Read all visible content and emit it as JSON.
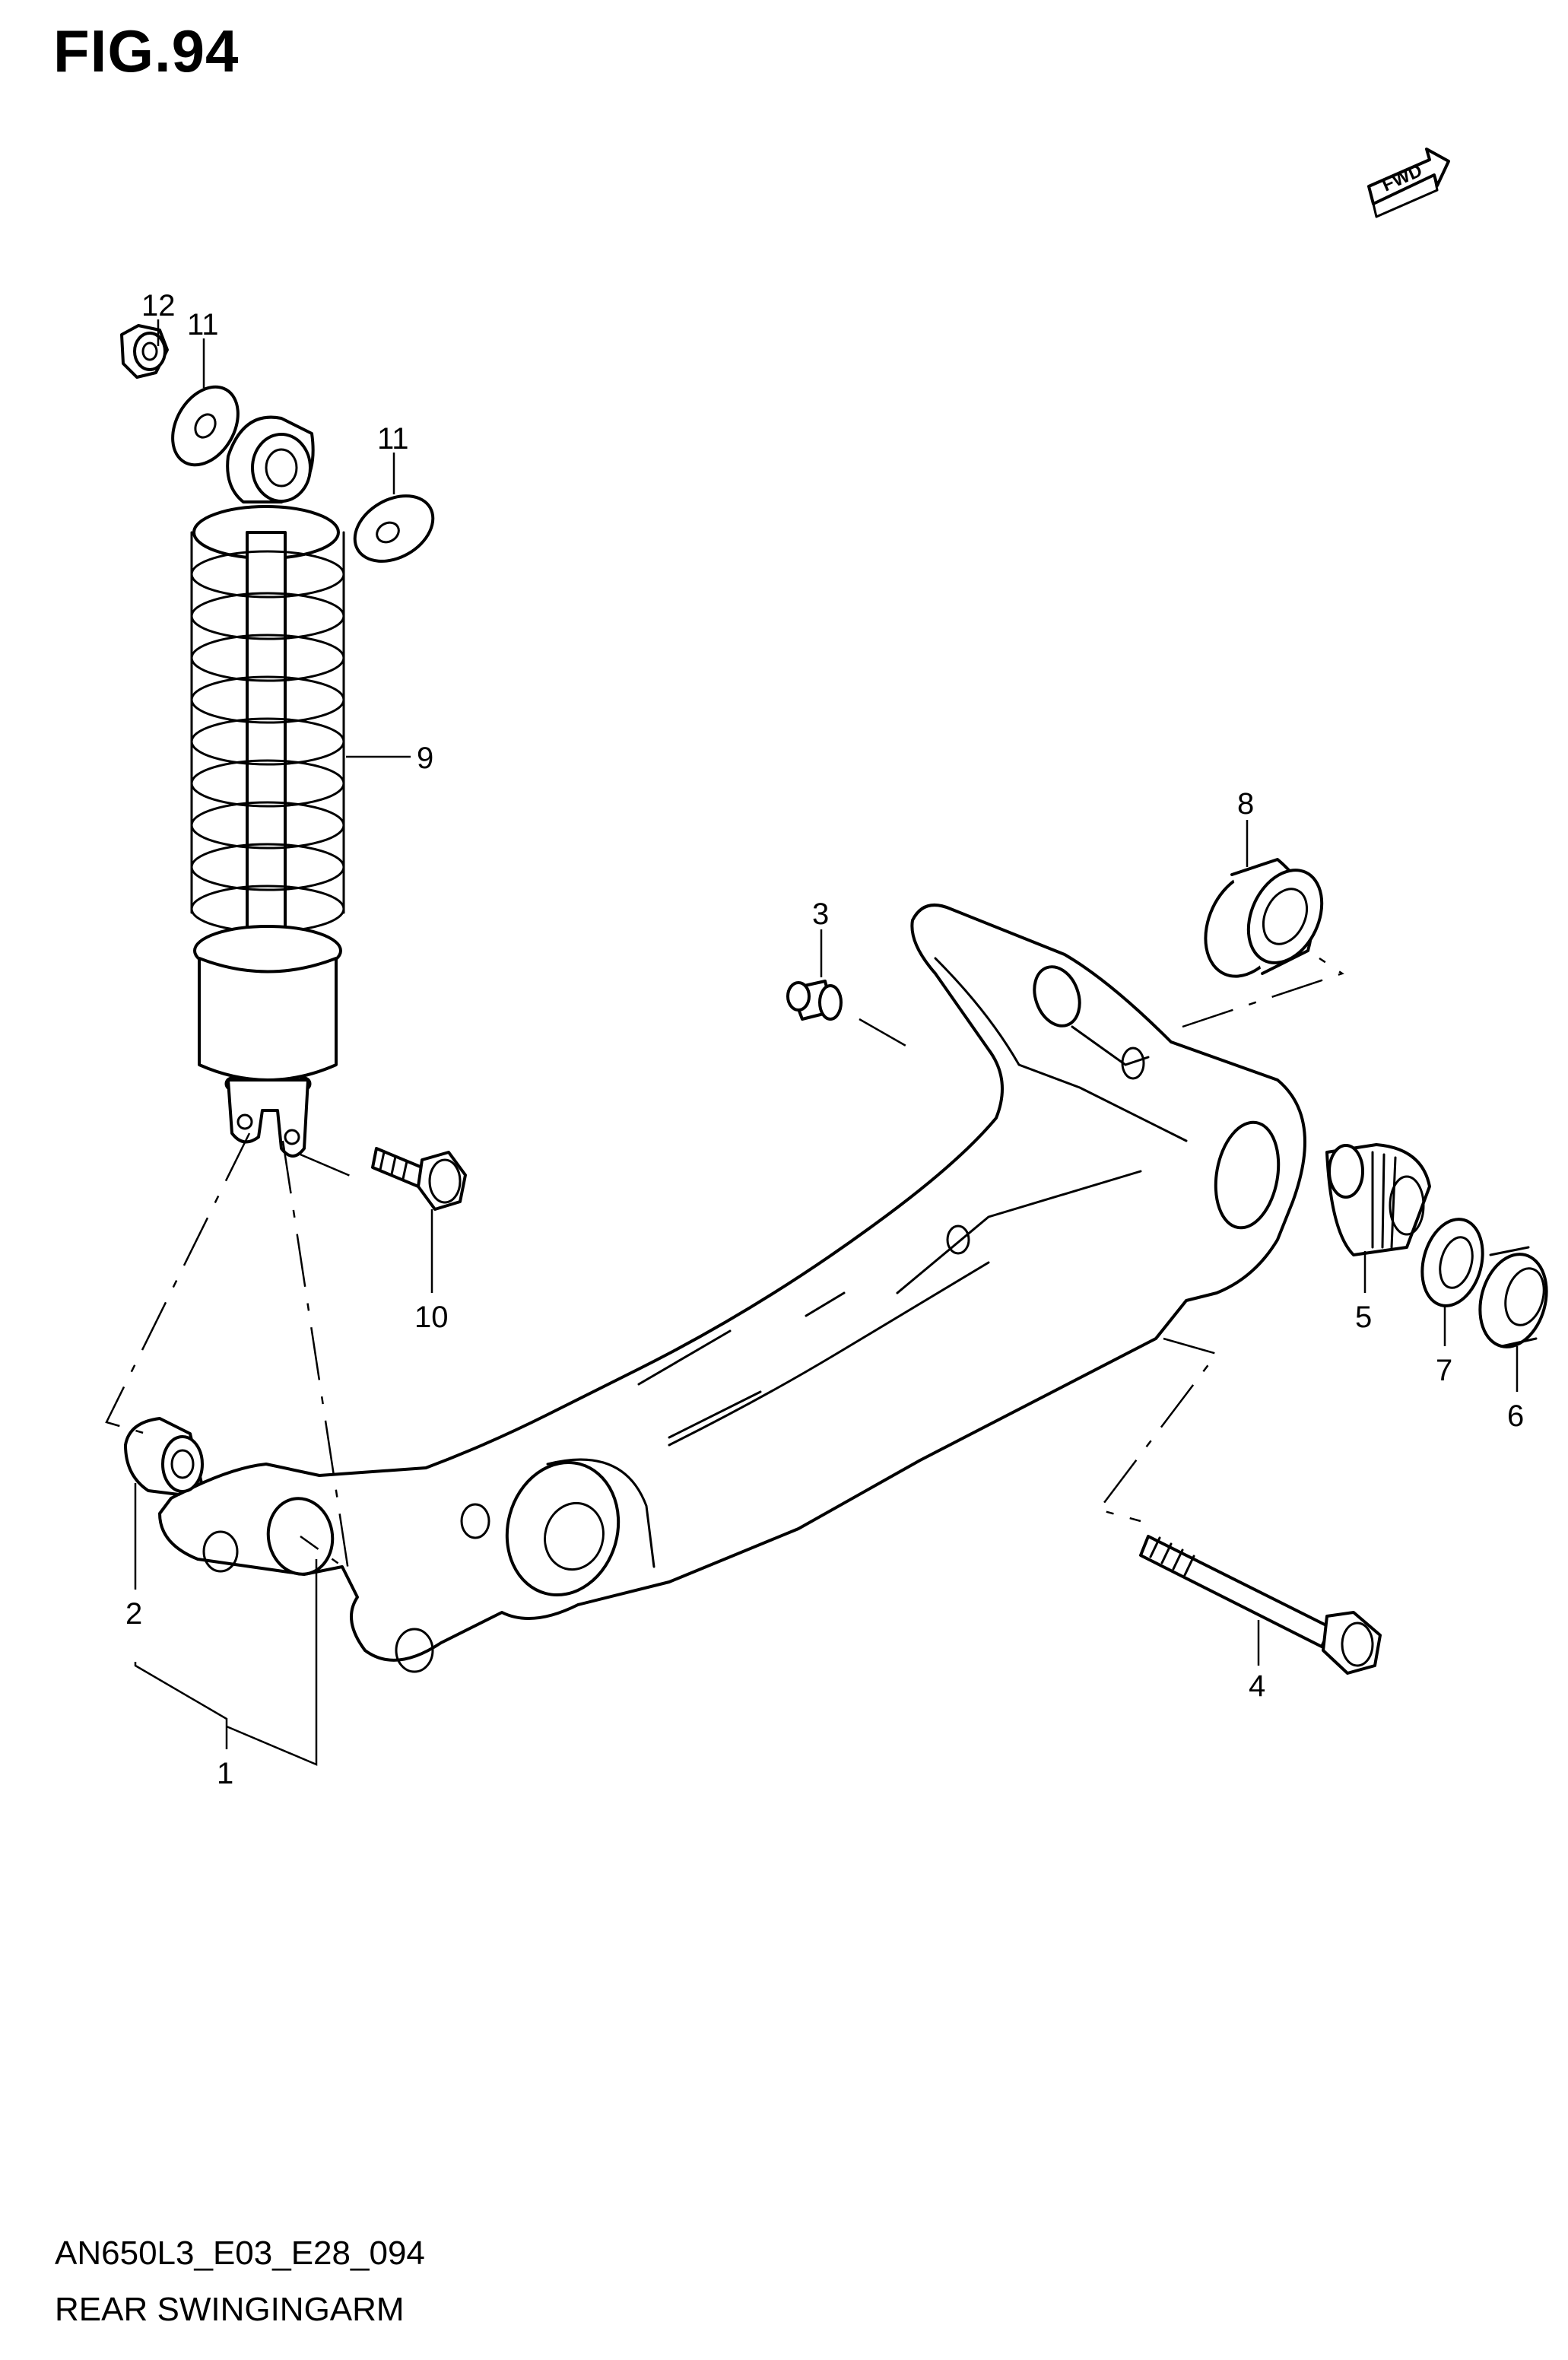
{
  "figure": {
    "title": "FIG.94"
  },
  "footer": {
    "code": "AN650L3_E03_E28_094",
    "description": "REAR SWINGINGARM"
  },
  "direction_arrow": {
    "label": "FWD"
  },
  "callouts": [
    "1",
    "2",
    "3",
    "4",
    "5",
    "6",
    "7",
    "8",
    "9",
    "10",
    "11",
    "11",
    "12"
  ]
}
